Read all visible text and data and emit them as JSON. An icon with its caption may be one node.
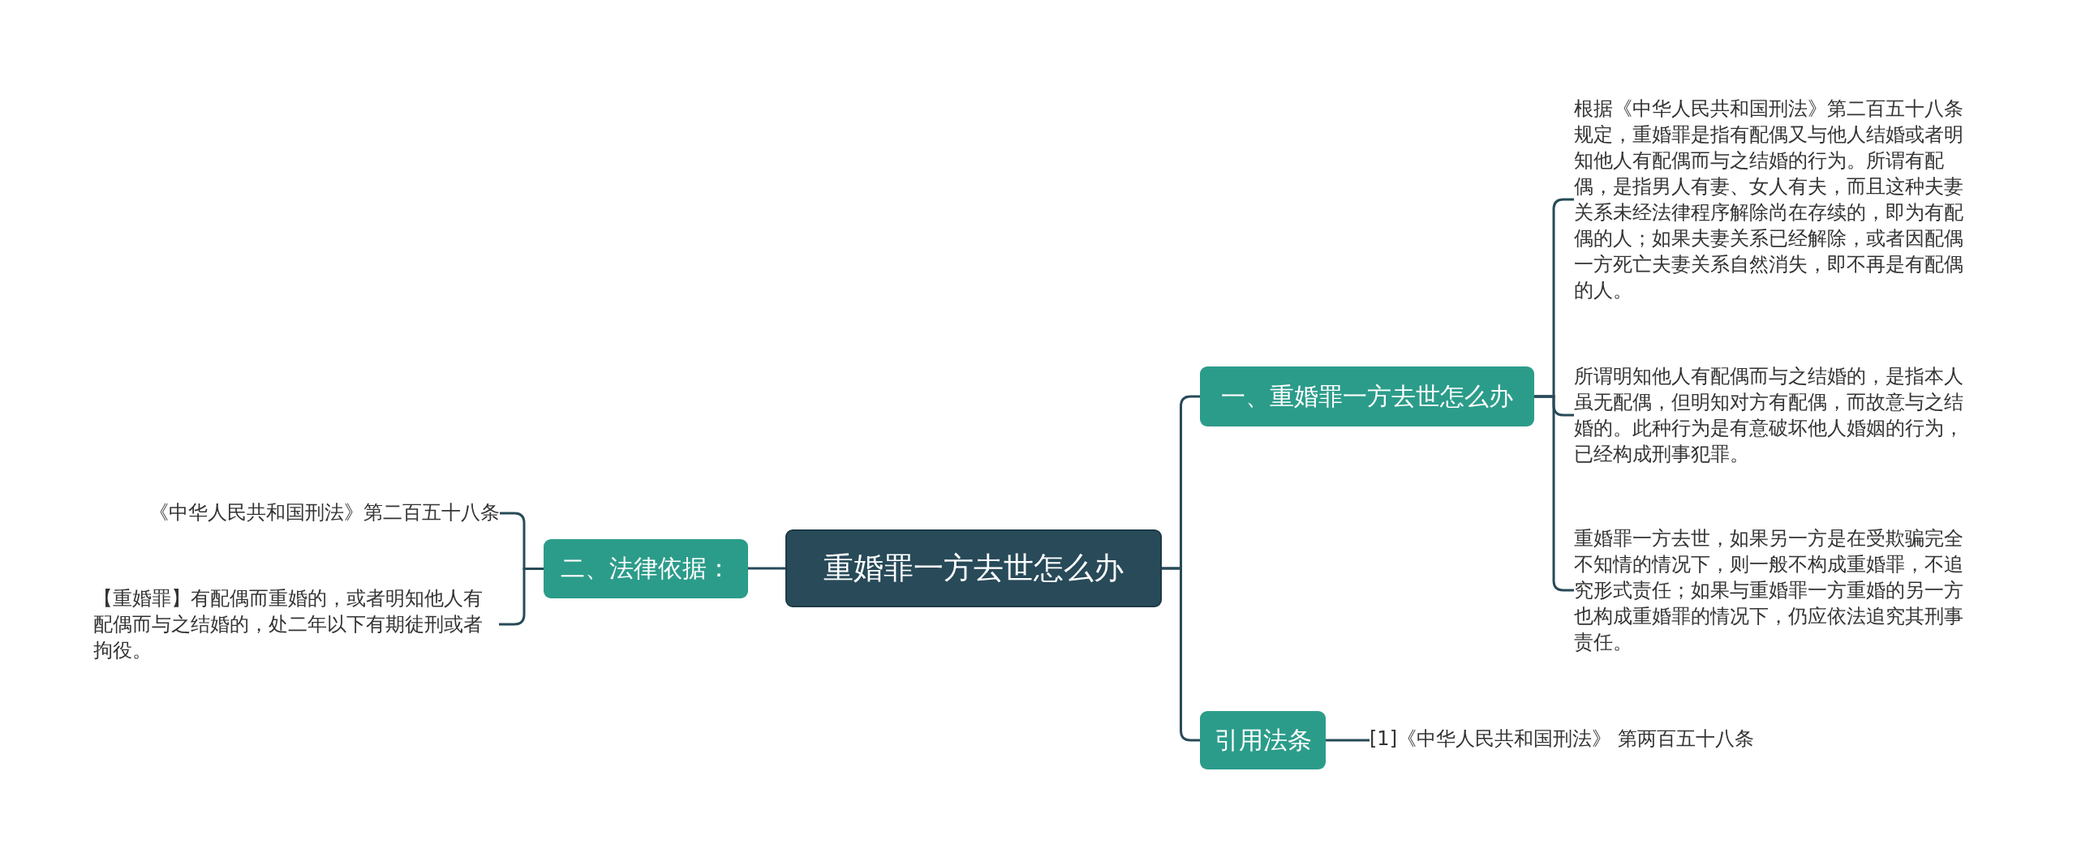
{
  "diagram": {
    "nodes": [
      {
        "text": [
          "重婚罪一方去世怎么办"
        ]
      },
      {
        "text": [
          "一、重婚罪一方去世怎么办"
        ]
      },
      {
        "text": [
          "引用法条"
        ]
      },
      {
        "text": [
          "二、法律依据："
        ]
      },
      {
        "text": [
          "根据《中华人民共和国刑法》第二百五十八条规定，重婚罪是指有配偶又与他人结婚或者明知他人有配偶而与之结婚的行为。所谓有配偶，是指男人有妻、女人有夫，而且这种夫妻关系未经法律程序解除尚在存续的，即为有配偶的人；如果夫妻关系已经解除，或者因配偶一方死亡夫妻关系自然消失，即不再是有配偶的人。"
        ]
      },
      {
        "text": [
          "所谓明知他人有配偶而与之结婚的，是指本人虽无配偶，但明知对方有配偶，而故意与之结婚的。此种行为是有意破坏他人婚姻的行为，已经构成刑事犯罪。"
        ]
      },
      {
        "text": [
          "重婚罪一方去世，如果另一方是在受欺骗完全不知情的情况下，则一般不构成重婚罪，不追究形式责任；如果与重婚罪一方重婚的另一方也构成重婚罪的情况下，仍应依法追究其刑事责任。"
        ]
      },
      {
        "text": [
          "[1]《中华人民共和国刑法》 第两百五十八条"
        ]
      },
      {
        "text": [
          "《中华人民共和国刑法》第二百五十八条"
        ]
      },
      {
        "text": [
          "【重婚罪】有配偶而重婚的，或者明知他人有配偶而与之结婚的，处二年以下有期徒刑或者拘役。"
        ]
      }
    ],
    "edges": [
      {
        "from": 0,
        "to": 1,
        "arrow": "none"
      },
      {
        "from": 0,
        "to": 2,
        "arrow": "none"
      },
      {
        "from": 0,
        "to": 3,
        "arrow": "none"
      },
      {
        "from": 1,
        "to": 4,
        "arrow": "none"
      },
      {
        "from": 1,
        "to": 5,
        "arrow": "none"
      },
      {
        "from": 1,
        "to": 6,
        "arrow": "none"
      },
      {
        "from": 2,
        "to": 7,
        "arrow": "none"
      },
      {
        "from": 3,
        "to": 8,
        "arrow": "none"
      },
      {
        "from": 3,
        "to": 9,
        "arrow": "none"
      }
    ]
  }
}
